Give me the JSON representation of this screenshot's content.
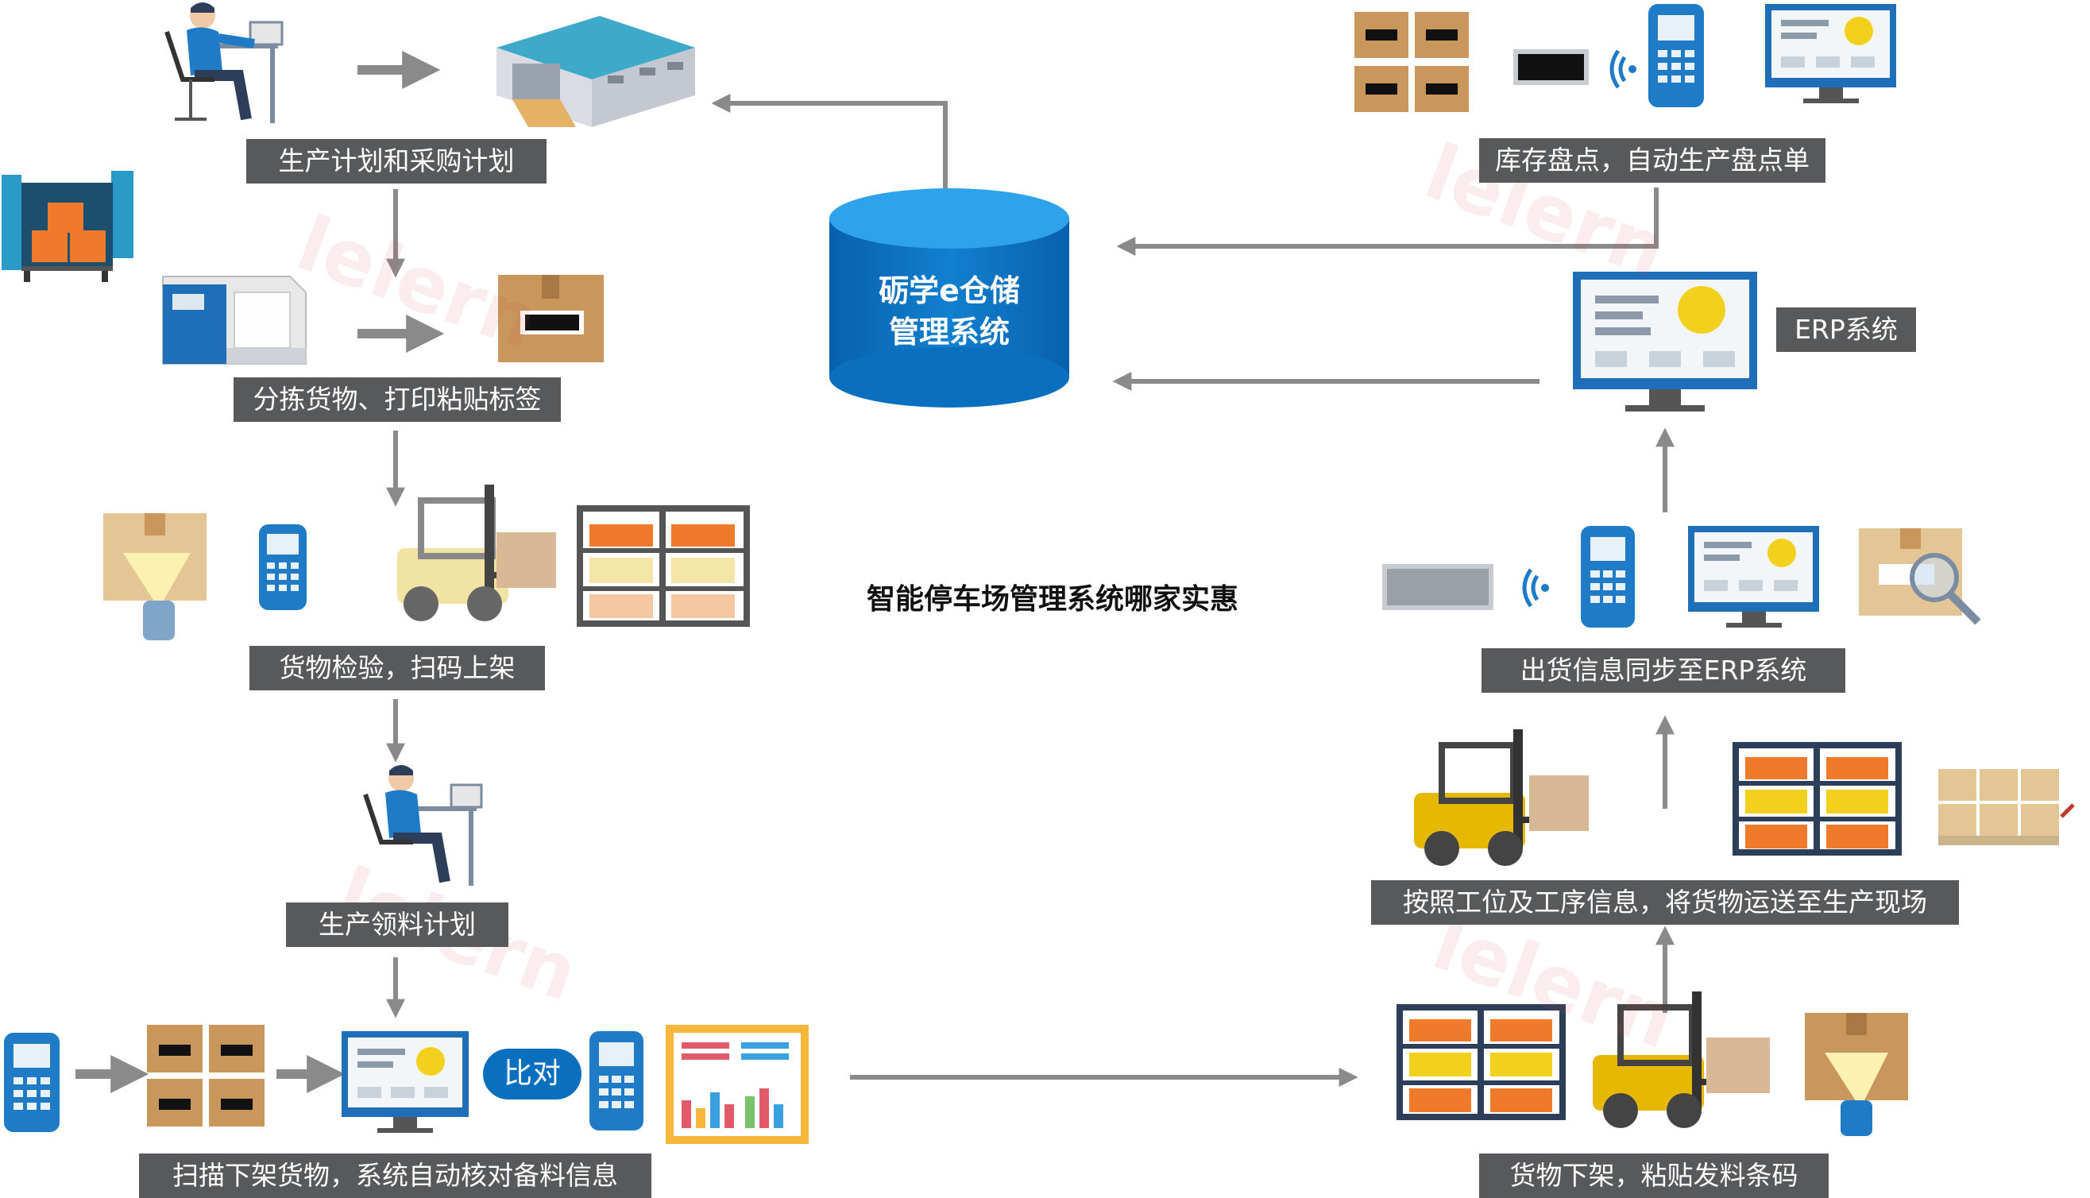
{
  "center": {
    "database_title_line1": "砺学e仓储",
    "database_title_line2": "管理系统",
    "main_title": "智能停车场管理系统哪家实惠"
  },
  "left_steps": [
    {
      "label": "生产计划和采购计划"
    },
    {
      "label": "分拣货物、打印粘贴标签"
    },
    {
      "label": "货物检验，扫码上架"
    },
    {
      "label": "生产领料计划"
    },
    {
      "label": "扫描下架货物，系统自动核对备料信息"
    }
  ],
  "right_steps": [
    {
      "label": "库存盘点，自动生产盘点单"
    },
    {
      "label": "ERP系统"
    },
    {
      "label": "出货信息同步至ERP系统"
    },
    {
      "label": "按照工位及工序信息，将货物运送至生产现场"
    },
    {
      "label": "货物下架，粘贴发料条码"
    }
  ],
  "compare_badge": "比对",
  "watermark": "lelern",
  "colors": {
    "label_bg": "#58595b",
    "db_blue": "#0a6fbf",
    "arrow_gray": "#8a8a8a",
    "box_brown": "#c9965c",
    "shelf_navy": "#2c3e5a",
    "forklift_yellow": "#e6b800",
    "orange": "#f07a2c",
    "monitor_blue": "#1f6fb8"
  }
}
